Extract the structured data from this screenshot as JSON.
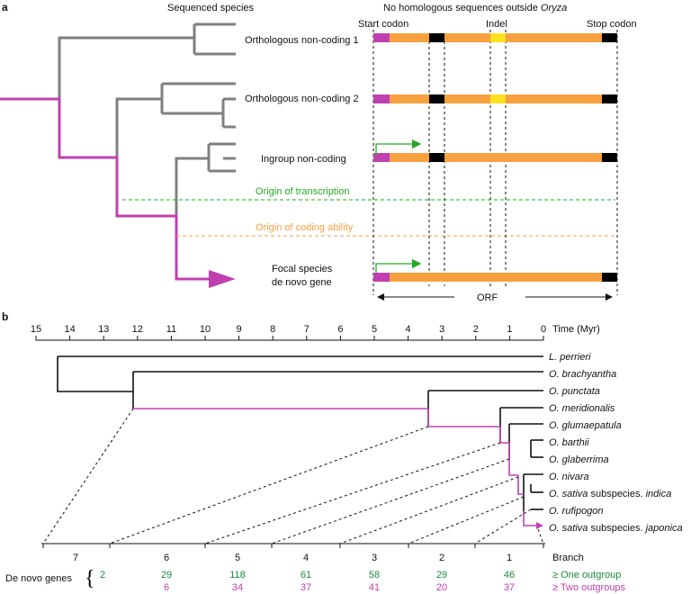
{
  "panel_a": {
    "letter": "a",
    "header_species": "Sequenced species",
    "header_no_homologous": "No homologous sequences outside",
    "header_oryza": "Oryza",
    "start_codon": "Start codon",
    "indel": "Indel",
    "stop_codon": "Stop codon",
    "row1": "Orthologous non-coding 1",
    "row2": "Orthologous non-coding 2",
    "row3": "Ingroup non-coding",
    "row4_line1": "Focal species",
    "row4_line2": "de novo gene",
    "origin_transcription": "Origin of transcription",
    "origin_coding": "Origin of coding ability",
    "orf": "ORF",
    "colors": {
      "tree": "#808080",
      "lineage": "#c040b0",
      "start": "#c040b0",
      "body": "#f7a040",
      "stop": "#000000",
      "indel": "#ffe020",
      "transcription": "#22aa22",
      "coding": "#f7a040"
    }
  },
  "panel_b": {
    "letter": "b",
    "time_label": "Time (Myr)",
    "time_ticks": [
      "15",
      "14",
      "13",
      "12",
      "11",
      "10",
      "9",
      "8",
      "7",
      "6",
      "5",
      "4",
      "3",
      "2",
      "1",
      "0"
    ],
    "species": [
      {
        "genus": "L.",
        "epithet": "perrieri",
        "suffix": ""
      },
      {
        "genus": "O.",
        "epithet": "brachyantha",
        "suffix": ""
      },
      {
        "genus": "O.",
        "epithet": "punctata",
        "suffix": ""
      },
      {
        "genus": "O.",
        "epithet": "meridionalis",
        "suffix": ""
      },
      {
        "genus": "O.",
        "epithet": "glumaepatula",
        "suffix": ""
      },
      {
        "genus": "O.",
        "epithet": "barthii",
        "suffix": ""
      },
      {
        "genus": "O.",
        "epithet": "glaberrima",
        "suffix": ""
      },
      {
        "genus": "O.",
        "epithet": "nivara",
        "suffix": ""
      },
      {
        "genus": "O.",
        "epithet": "sativa",
        "suffix": " subspecies. ",
        "sub": "indica"
      },
      {
        "genus": "O.",
        "epithet": "rufipogon",
        "suffix": ""
      },
      {
        "genus": "O.",
        "epithet": "sativa",
        "suffix": " subspecies. ",
        "sub": "japonica"
      }
    ],
    "branch_label": "Branch",
    "branches": [
      "7",
      "6",
      "5",
      "4",
      "3",
      "2",
      "1"
    ],
    "de_novo_label": "De novo genes",
    "one_outgroup_label": "≥ One outgroup",
    "two_outgroups_label": "≥ Two outgroups",
    "one_outgroup": [
      "2",
      "29",
      "118",
      "61",
      "58",
      "29",
      "46"
    ],
    "two_outgroups": [
      "",
      "6",
      "34",
      "37",
      "41",
      "20",
      "37"
    ],
    "colors": {
      "one": "#1a8a3a",
      "two": "#c040b0",
      "tree": "#000000",
      "lineage": "#c040b0"
    }
  }
}
